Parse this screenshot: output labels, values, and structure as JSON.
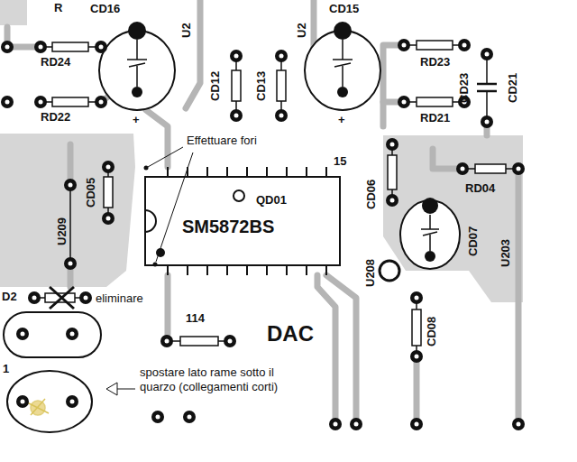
{
  "diagram": {
    "nodes": [
      {
        "text": [
          "QD01",
          "SM5872BS"
        ]
      }
    ],
    "labels": [
      "R",
      "CD16",
      "U2",
      "CD15",
      "U2",
      "RD24",
      "RD22",
      "CD12",
      "CD13",
      "RD23",
      "CD23",
      "CD21",
      "RD21",
      "+",
      "+",
      "Effettuare fori",
      "15",
      "CD05",
      "CD06",
      "RD04",
      "U209",
      "CD07",
      "U203",
      "U208",
      "D2",
      "eliminare",
      "114",
      "DAC",
      "CD08",
      "1",
      "spostare lato rame sotto il quarzo (collegamenti corti)"
    ]
  }
}
